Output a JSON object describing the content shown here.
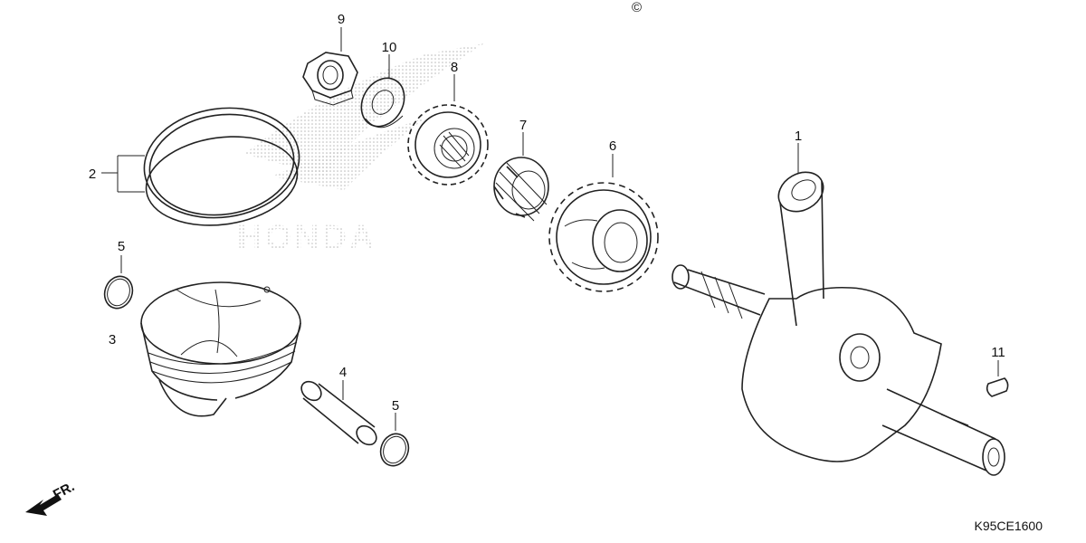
{
  "diagram": {
    "callouts": [
      {
        "id": "1",
        "part": "crankshaft"
      },
      {
        "id": "2",
        "part": "piston-ring-set"
      },
      {
        "id": "3",
        "part": "piston"
      },
      {
        "id": "4",
        "part": "piston-pin"
      },
      {
        "id": "5",
        "part": "piston-pin-clip"
      },
      {
        "id": "6",
        "part": "primary-drive-gear"
      },
      {
        "id": "7",
        "part": "needle-bearing"
      },
      {
        "id": "8",
        "part": "balancer-drive-gear"
      },
      {
        "id": "9",
        "part": "lock-nut"
      },
      {
        "id": "10",
        "part": "washer"
      },
      {
        "id": "11",
        "part": "woodruff-key"
      }
    ],
    "direction_label": "FR.",
    "diagram_code": "K95CE1600",
    "copyright_symbol": "©",
    "watermark": "HONDA"
  }
}
